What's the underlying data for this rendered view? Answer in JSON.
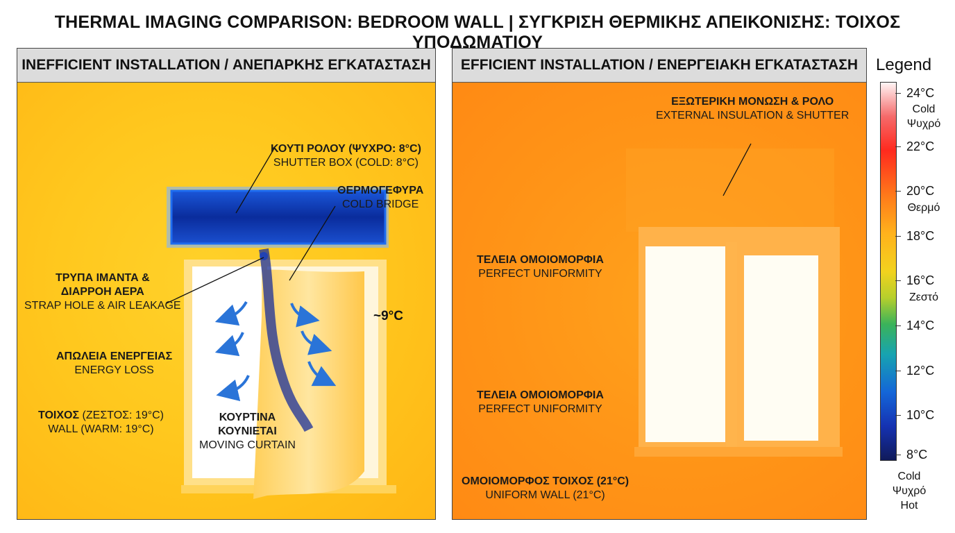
{
  "title": "THERMAL IMAGING COMPARISON: BEDROOM WALL | ΣΥΓΚΡΙΣΗ ΘΕΡΜΙΚΗΣ ΑΠΕΙΚΟΝΙΣΗΣ: ΤΟΙΧΟΣ ΥΠΟΔΩΜΑΤΙΟΥ",
  "left_panel": {
    "header": "INEFFICIENT INSTALLATION / ΑΝΕΠΑΡΚΗΣ ΕΓΚΑΤΑΣΤΑΣΗ",
    "shutter_box": {
      "el": "ΚΟΥΤΙ ΡΟΛΟΥ (ΨΥΧΡΟ: 8°C)",
      "en": "SHUTTER BOX (COLD: 8°C)"
    },
    "cold_bridge": {
      "el": "ΘΕΡΜΟΓΕΦΥΡΑ",
      "en": "COLD BRIDGE"
    },
    "strap_hole": {
      "el1": "ΤΡΥΠΑ ΙΜΑΝΤΑ &",
      "el2": "ΔΙΑΡΡΟΗ ΑΕΡΑ",
      "en": "STRAP HOLE & AIR LEAKAGE"
    },
    "energy_loss": {
      "el": "ΑΠΩΛΕΙΑ ΕΝΕΡΓΕΙΑΣ",
      "en": "ENERGY LOSS"
    },
    "wall": {
      "el_bold": "ΤΟΙΧΟΣ",
      "el_rest": " (ΖΕΣΤΟΣ: 19°C)",
      "en": "WALL (WARM: 19°C)"
    },
    "curtain": {
      "el1": "ΚΟΥΡΤΙΝΑ",
      "el2": "ΚΟΥΝΙΕΤΑΙ",
      "en": "MOVING CURTAIN"
    },
    "temp": "~9°C"
  },
  "right_panel": {
    "header": "EFFICIENT INSTALLATION / ΕΝΕΡΓΕΙΑΚΗ ΕΓΚΑΤΑΣΤΑΣΗ",
    "insulation": {
      "el": "ΕΞΩΤΕΡΙΚΗ ΜΟΝΩΣΗ & ΡΟΛΟ",
      "en": "EXTERNAL INSULATION & SHUTTER"
    },
    "uniformity_1": {
      "el": "ΤΕΛΕΙΑ ΟΜΟΙΟΜΟΡΦΙΑ",
      "en": "PERFECT UNIFORMITY"
    },
    "uniformity_2": {
      "el": "ΤΕΛΕΙΑ ΟΜΟΙΟΜΟΡΦΙΑ",
      "en": "PERFECT UNIFORMITY"
    },
    "uniform_wall": {
      "el": "ΟΜΟΙΟΜΟΡΦΟΣ ΤΟΙΧΟΣ (21°C)",
      "en": "UNIFORM WALL (21°C)"
    }
  },
  "legend": {
    "title": "Legend",
    "ticks": [
      "24°C",
      "22°C",
      "20°C",
      "18°C",
      "16°C",
      "14°C",
      "12°C",
      "10°C",
      "8°C"
    ],
    "top_en": "Cold",
    "top_el": "Ψυχρό",
    "mid_el": "Θερμό",
    "low_el": "Ζεστό",
    "bottom_en": "Cold",
    "bottom_el": "Ψυχρό",
    "bottom_hot": "Hot"
  },
  "colors": {
    "cold_blue": "#0a2a9a",
    "warm_yellow": "#ffc81e",
    "warm_orange": "#ff9417"
  }
}
